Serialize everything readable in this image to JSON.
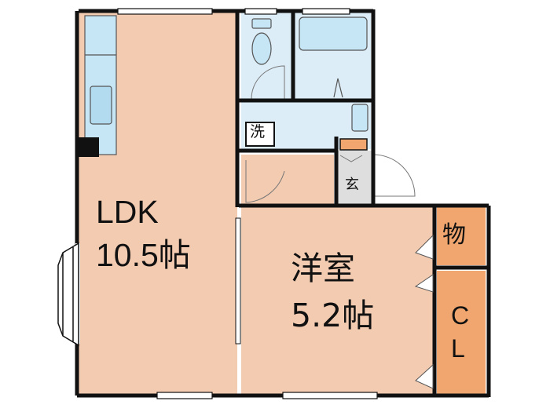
{
  "rooms": {
    "ldk": {
      "name": "LDK",
      "size": "10.5帖"
    },
    "western": {
      "name": "洋室",
      "size": "5.2帖"
    },
    "storage": {
      "label": "物"
    },
    "closet": {
      "c": "C",
      "l": "L"
    },
    "washroom": {
      "label": "洗"
    },
    "entrance": {
      "label": "玄"
    }
  },
  "colors": {
    "room_floor": "#f3cbb1",
    "storage_floor": "#f0a66e",
    "fixture": "#c6e5f5",
    "wet_area": "#dcedf8",
    "wall": "#111111"
  }
}
